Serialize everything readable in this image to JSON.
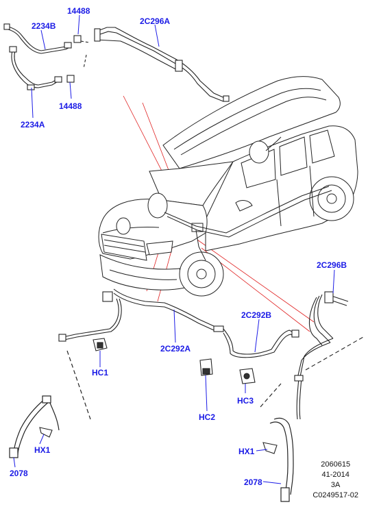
{
  "callouts": {
    "c2234b": "2234B",
    "c14488_top": "14488",
    "c2c296a": "2C296A",
    "c14488_mid": "14488",
    "c2234a": "2234A",
    "c2c296b": "2C296B",
    "c2c292b": "2C292B",
    "c2c292a": "2C292A",
    "hc1": "HC1",
    "hc2": "HC2",
    "hc3": "HC3",
    "hx1_left": "HX1",
    "c2078_left": "2078",
    "hx1_right": "HX1",
    "c2078_right": "2078"
  },
  "footer": {
    "line1": "2060615",
    "line2": "41-2014",
    "line3": "3A",
    "line4": "C0249517-02"
  },
  "colors": {
    "callout_text": "#1a1ae6",
    "line_art": "#222222",
    "leader_red": "#e02020"
  }
}
